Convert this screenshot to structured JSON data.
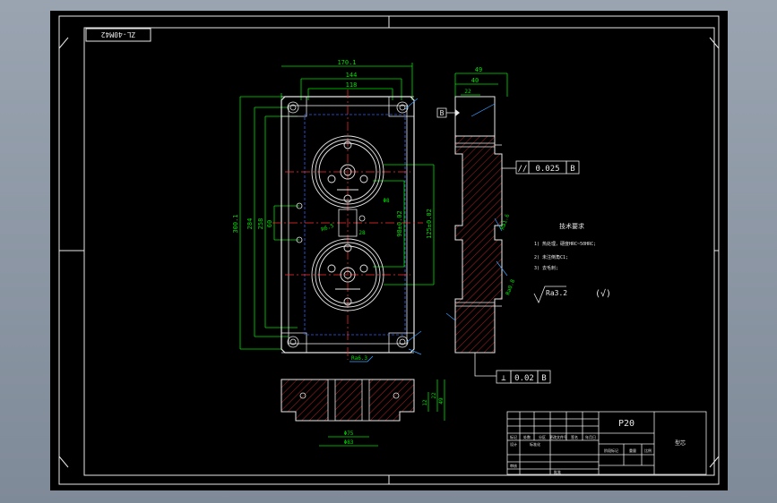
{
  "drawing": {
    "code": "ZL-40M42",
    "part_no": "P20",
    "tech_title": "技术要求",
    "tech_items": [
      "1) 热处理，硬度HRC~50HRC;",
      "2) 未注倒角C1;",
      "3) 去毛刺;"
    ],
    "roughness_general": "Ra3.2",
    "roughness_check": "(√)",
    "tolerances": {
      "parallel_symbol": "//",
      "parallel_value": "0.025",
      "parallel_datum": "B",
      "perp_symbol": "⊥",
      "perp_value": "0.02",
      "perp_datum": "B",
      "datum_label": "B"
    }
  },
  "dims": {
    "top_w1": "170.1",
    "top_w2": "144",
    "top_w3": "118",
    "left_h1": "300.1",
    "left_h2": "284",
    "left_h3": "258",
    "left_h4": "60",
    "mid_h1": "98±0.02",
    "mid_h2": "125±0.02",
    "mid_w": "28",
    "hole_a": "R6.5",
    "hole_b": "Φ8",
    "side_w1": "49",
    "side_w2": "40",
    "side_w3": "22",
    "bot_w1": "Φ75",
    "bot_w2": "Φ83",
    "bot_h1": "12",
    "bot_h2": "22",
    "bot_h3": "49",
    "ra_a": "Ra1.6",
    "ra_b": "Ra0.8",
    "ra_c": "Ra6.3"
  },
  "title_block": {
    "part_no": "P20",
    "material": "型芯",
    "cells": [
      "标记",
      "处数",
      "分区",
      "更改文件号",
      "签名",
      "年月日"
    ],
    "row2": [
      "设计",
      "标准化",
      "阶段标记",
      "重量",
      "比例"
    ],
    "row3": [
      "审核",
      "批准"
    ]
  }
}
